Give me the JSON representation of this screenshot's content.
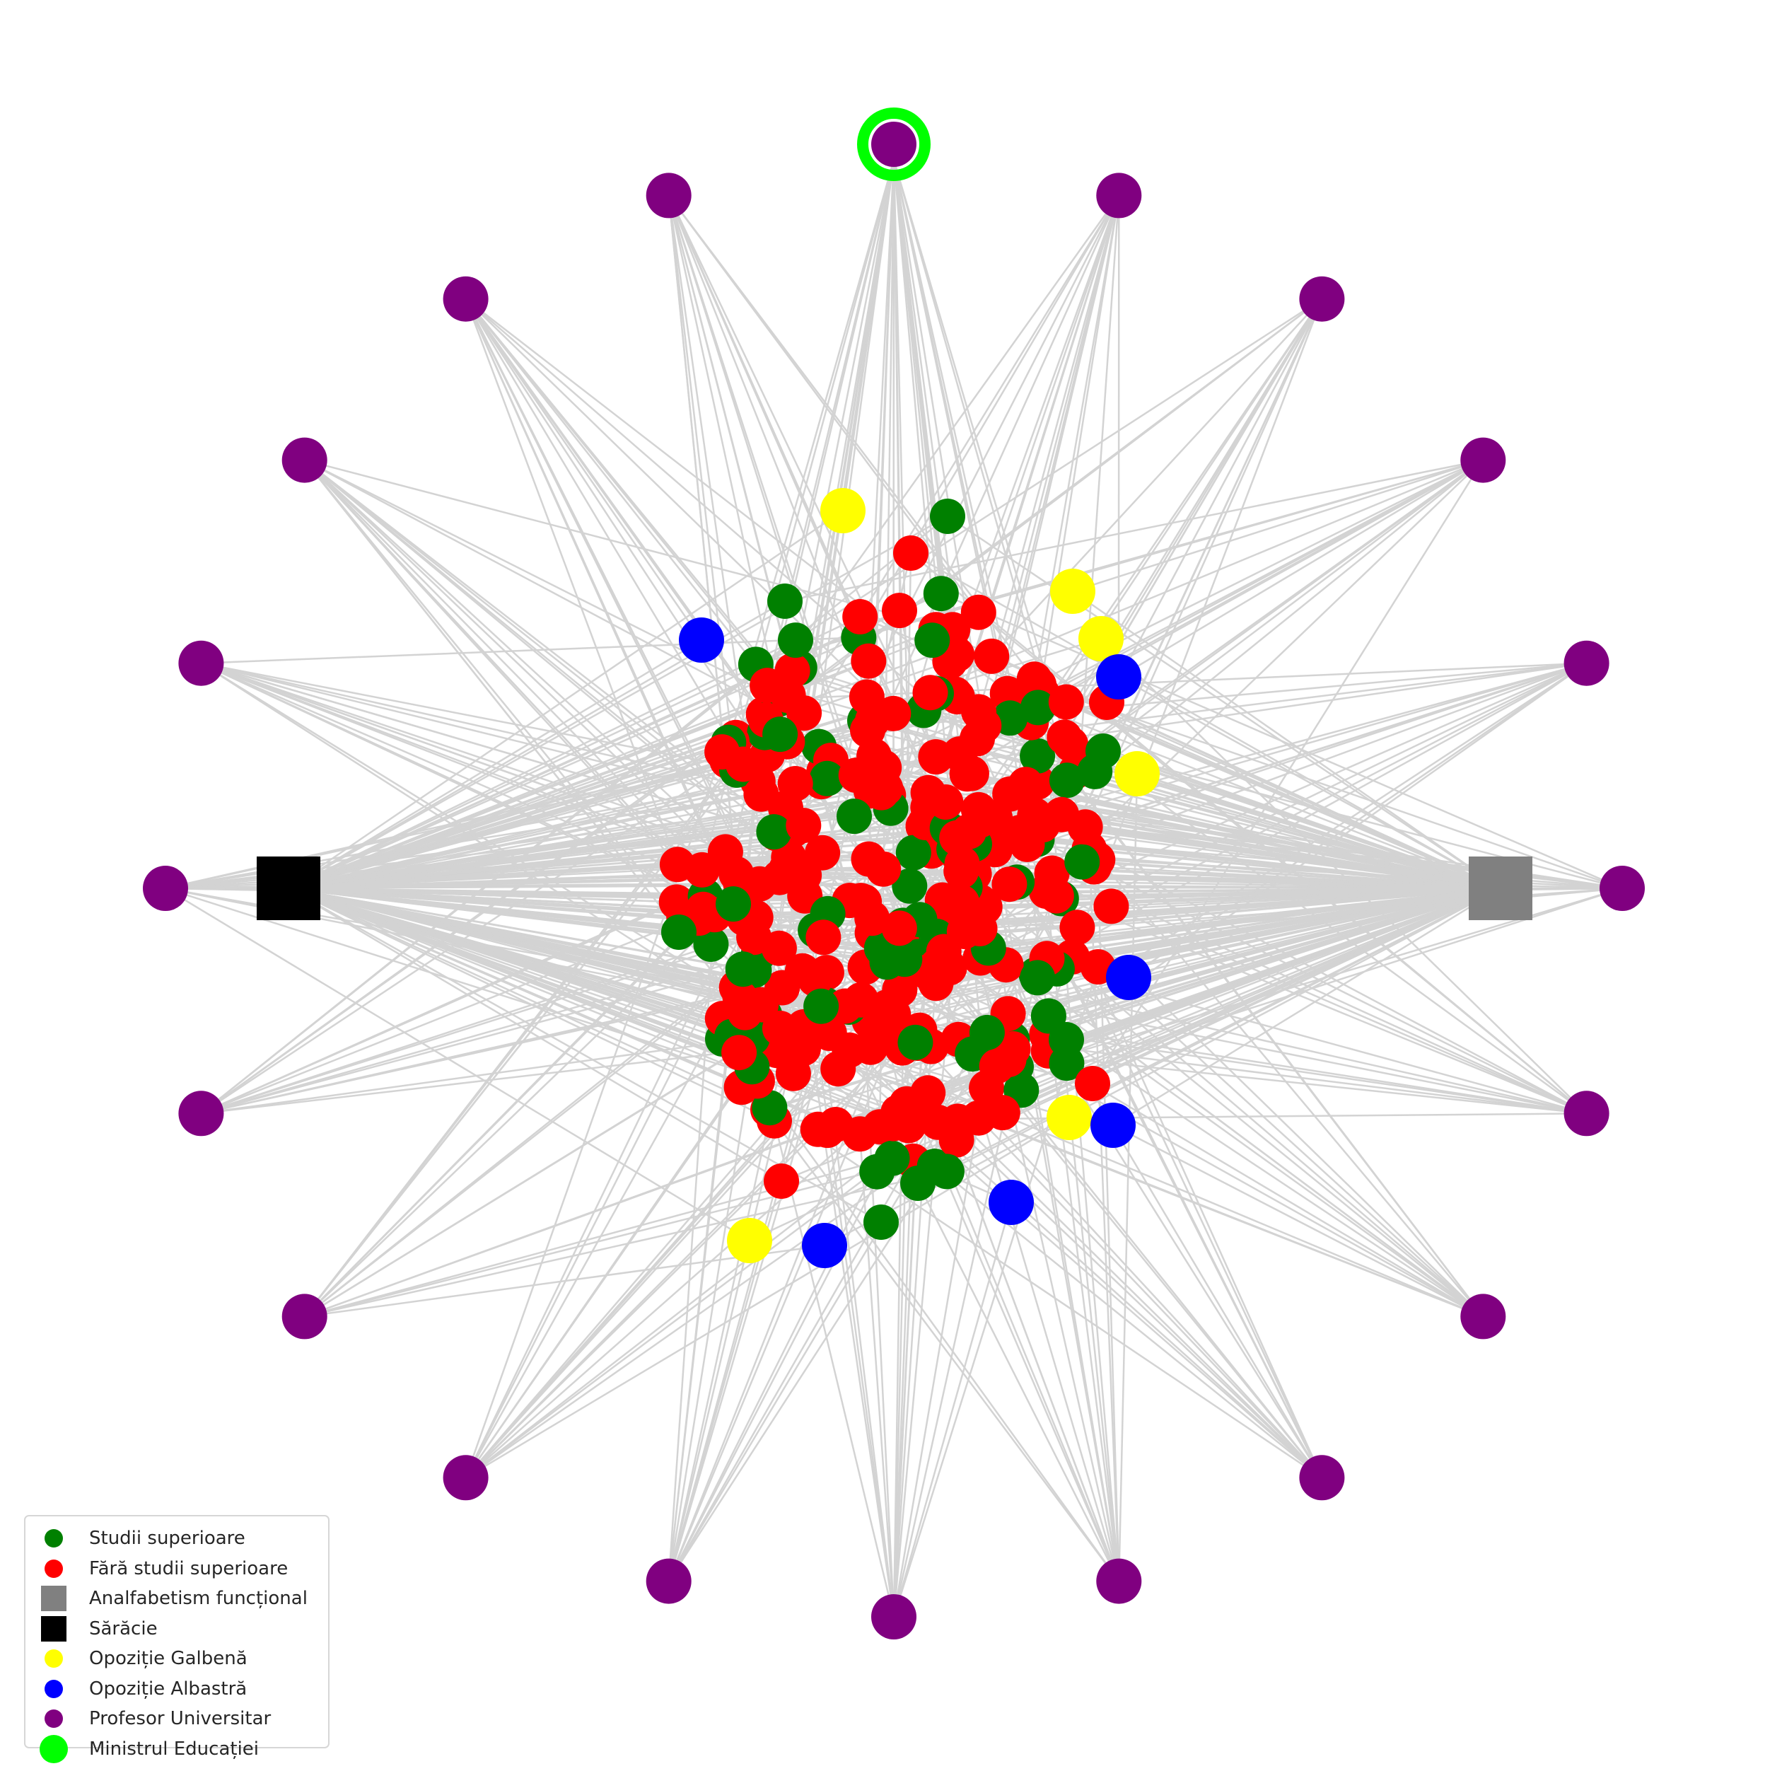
{
  "colors": {
    "edge": "#d3d3d3",
    "studii_superioare": "#008000",
    "fara_studii_superioare": "#ff0000",
    "analfabetism_functional": "#808080",
    "saracie": "#000000",
    "opozitie_galbena": "#ffff00",
    "opozitie_albastra": "#0000ff",
    "profesor_universitar": "#800080",
    "ministrul_educatiei": "#00ff00"
  },
  "legend": [
    {
      "label": "Studii superioare",
      "color": "#008000",
      "marker": "circle"
    },
    {
      "label": "Fără studii superioare",
      "color": "#ff0000",
      "marker": "circle"
    },
    {
      "label": "Analfabetism funcțional",
      "color": "#808080",
      "marker": "square"
    },
    {
      "label": "Sărăcie",
      "color": "#000000",
      "marker": "square"
    },
    {
      "label": "Opoziție Galbenă",
      "color": "#ffff00",
      "marker": "circle"
    },
    {
      "label": "Opoziție Albastră",
      "color": "#0000ff",
      "marker": "circle"
    },
    {
      "label": "Profesor Universitar",
      "color": "#800080",
      "marker": "circle"
    },
    {
      "label": "Ministrul Educației",
      "color": "#00ff00",
      "marker": "circle-large"
    }
  ]
}
